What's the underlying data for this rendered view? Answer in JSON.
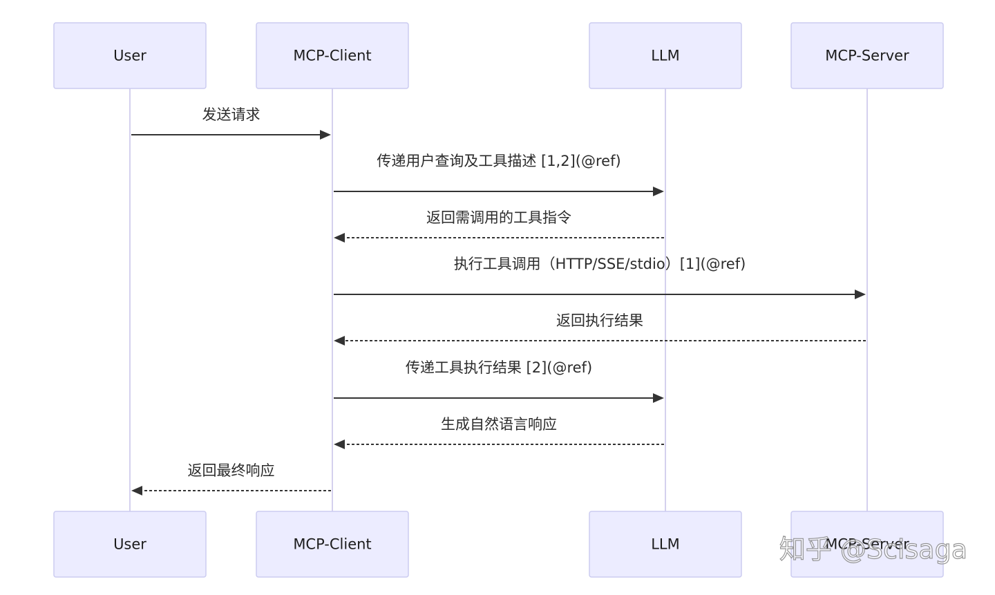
{
  "participants": [
    {
      "id": "user",
      "label": "User"
    },
    {
      "id": "client",
      "label": "MCP-Client"
    },
    {
      "id": "llm",
      "label": "LLM"
    },
    {
      "id": "server",
      "label": "MCP-Server"
    }
  ],
  "messages": [
    {
      "from": "user",
      "to": "client",
      "label": "发送请求",
      "style": "solid"
    },
    {
      "from": "client",
      "to": "llm",
      "label": "传递用户查询及工具描述 [1,2](@ref)",
      "style": "solid"
    },
    {
      "from": "llm",
      "to": "client",
      "label": "返回需调用的工具指令",
      "style": "dotted"
    },
    {
      "from": "client",
      "to": "server",
      "label": "执行工具调用（HTTP/SSE/stdio）[1](@ref)",
      "style": "solid"
    },
    {
      "from": "server",
      "to": "client",
      "label": "返回执行结果",
      "style": "dotted"
    },
    {
      "from": "client",
      "to": "llm",
      "label": "传递工具执行结果 [2](@ref)",
      "style": "solid"
    },
    {
      "from": "llm",
      "to": "client",
      "label": "生成自然语言响应",
      "style": "dotted"
    },
    {
      "from": "client",
      "to": "user",
      "label": "返回最终响应",
      "style": "dotted"
    }
  ],
  "watermark": "知乎 @Scisaga",
  "colors": {
    "actor_fill": "#ececff",
    "actor_border": "#cbcbf0",
    "lifeline": "#d4d0ee",
    "arrow": "#333333"
  }
}
